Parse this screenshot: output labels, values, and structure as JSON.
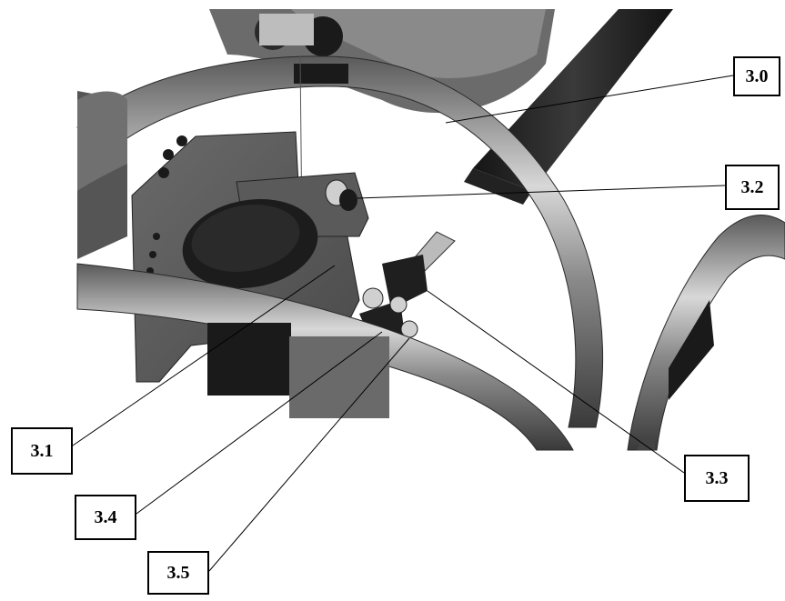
{
  "callouts": [
    {
      "id": "c30",
      "label": "3.0"
    },
    {
      "id": "c32",
      "label": "3.2"
    },
    {
      "id": "c31",
      "label": "3.1"
    },
    {
      "id": "c33",
      "label": "3.3"
    },
    {
      "id": "c34",
      "label": "3.4"
    },
    {
      "id": "c35",
      "label": "3.5"
    }
  ],
  "colors": {
    "frame_dark": "#3a3a3a",
    "frame_mid": "#6e6e6e",
    "frame_light": "#b5b5b5",
    "rubber": "#1c1c1c"
  }
}
